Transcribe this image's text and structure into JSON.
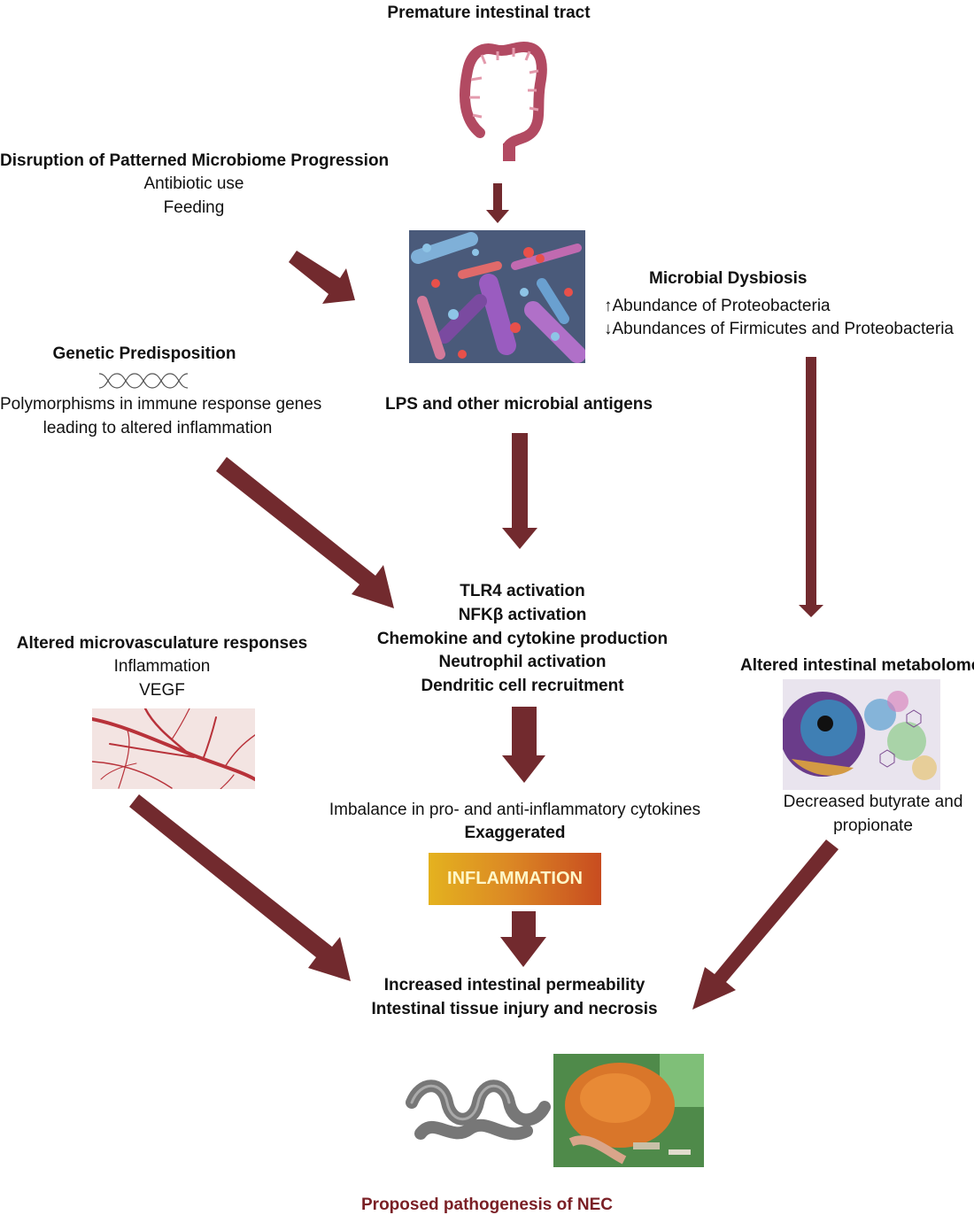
{
  "colors": {
    "arrow": "#722a2e",
    "caption": "#7a1f25"
  },
  "icons": [
    "intestine-icon",
    "bacteria-micrograph",
    "dna-helix-icon",
    "microvasculature-image",
    "metabolome-image",
    "necrotic-intestine-image",
    "neonate-surgery-image"
  ],
  "nodes": {
    "premature": {
      "title": "Premature intestinal tract"
    },
    "disruption": {
      "title": "Disruption of Patterned Microbiome Progression",
      "line1": "Antibiotic use",
      "line2": "Feeding"
    },
    "dysbiosis": {
      "title": "Microbial Dysbiosis",
      "line1": "↑Abundance of Proteobacteria",
      "line2": "↓Abundances of Firmicutes and Proteobacteria"
    },
    "genetic": {
      "title": "Genetic Predisposition",
      "line1": "Polymorphisms in immune response genes",
      "line2": "leading to altered inflammation"
    },
    "lps": {
      "title": "LPS and other microbial antigens"
    },
    "tlr": {
      "line1": "TLR4 activation",
      "line2": "NFKβ activation",
      "line3": "Chemokine and cytokine production",
      "line4": "Neutrophil activation",
      "line5": "Dendritic cell recruitment"
    },
    "microvasc": {
      "title": "Altered microvasculature responses",
      "line1": "Inflammation",
      "line2": "VEGF"
    },
    "metabolome": {
      "title": "Altered intestinal metabolome",
      "line1": "Decreased butyrate and",
      "line2": "propionate"
    },
    "imbalance": {
      "line1": "Imbalance in pro- and anti-inflammatory cytokines",
      "line2": "Exaggerated"
    },
    "inflammation": {
      "label": "INFLAMMATION"
    },
    "permeability": {
      "line1": "Increased intestinal permeability",
      "line2": "Intestinal tissue injury and necrosis"
    }
  },
  "caption": "Proposed pathogenesis of NEC"
}
